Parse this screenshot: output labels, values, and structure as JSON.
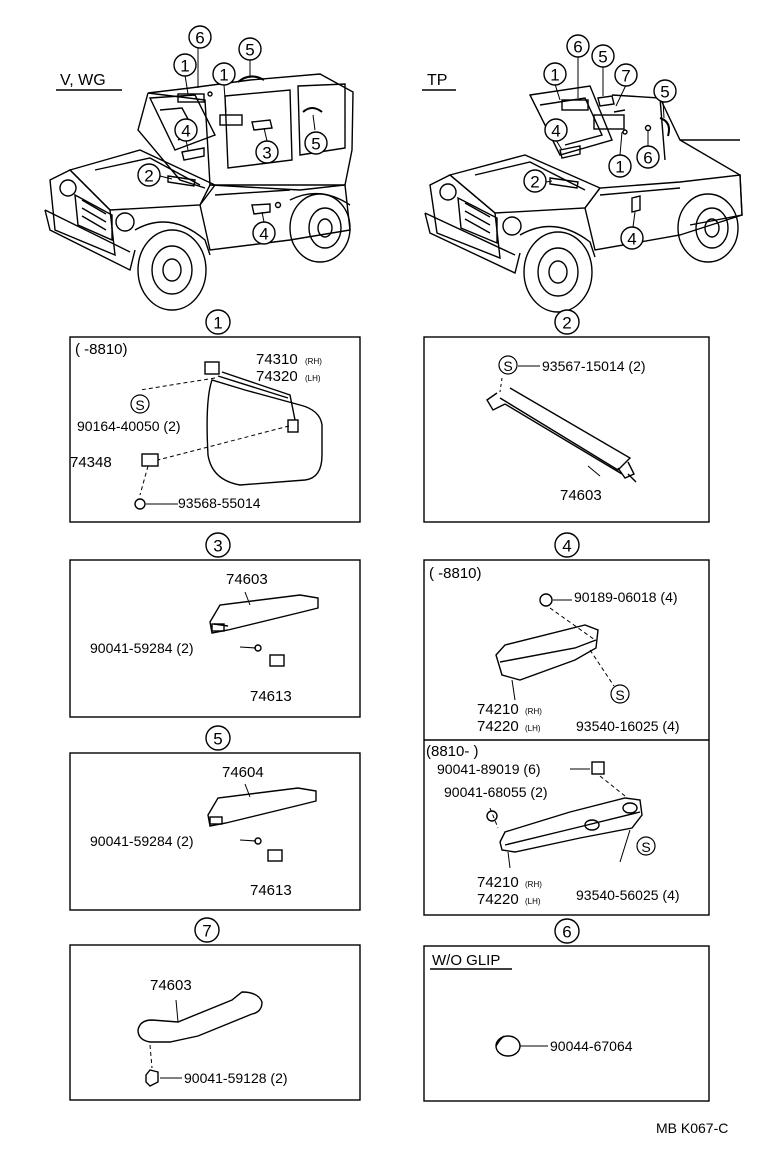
{
  "top": {
    "left_label": "V, WG",
    "right_label": "TP",
    "left_callouts": [
      "6",
      "5",
      "1",
      "1",
      "4",
      "3",
      "5",
      "2",
      "4"
    ],
    "right_callouts": [
      "6",
      "5",
      "1",
      "7",
      "5",
      "4",
      "1",
      "6",
      "2",
      "4"
    ]
  },
  "section_callouts": {
    "s1": "1",
    "s2": "2",
    "s3": "3",
    "s4": "4",
    "s5": "5",
    "s6": "6",
    "s7": "7"
  },
  "p1": {
    "range": "(      -8810)",
    "rh_part": "74310",
    "rh_tag": "(RH)",
    "lh_part": "74320",
    "lh_tag": "(LH)",
    "s_mark": "S",
    "clip": "90164-40050 (2)",
    "holder": "74348",
    "screw": "93568-55014"
  },
  "p2": {
    "s_mark": "S",
    "screw": "93567-15014 (2)",
    "bar": "74603"
  },
  "p3": {
    "grip": "74603",
    "screw": "90041-59284 (2)",
    "cap": "74613"
  },
  "p4": {
    "range_a": "(        -8810)",
    "nut_a": "90189-06018 (4)",
    "rh_a": "74210",
    "rh_tag": "(RH)",
    "lh_a": "74220",
    "lh_tag": "(LH)",
    "s_mark": "S",
    "screw_a": "93540-16025 (4)",
    "range_b": "(8810-        )",
    "clip_b": "90041-89019 (6)",
    "screw_b2": "90041-68055 (2)",
    "rh_b": "74210",
    "lh_b": "74220",
    "screw_b": "93540-56025 (4)"
  },
  "p5": {
    "grip": "74604",
    "screw": "90041-59284 (2)",
    "cap": "74613"
  },
  "p6": {
    "header": "W/O GLIP",
    "plug": "90044-67064"
  },
  "p7": {
    "grip": "74603",
    "screw": "90041-59128 (2)"
  },
  "footer": "MB K067-C"
}
